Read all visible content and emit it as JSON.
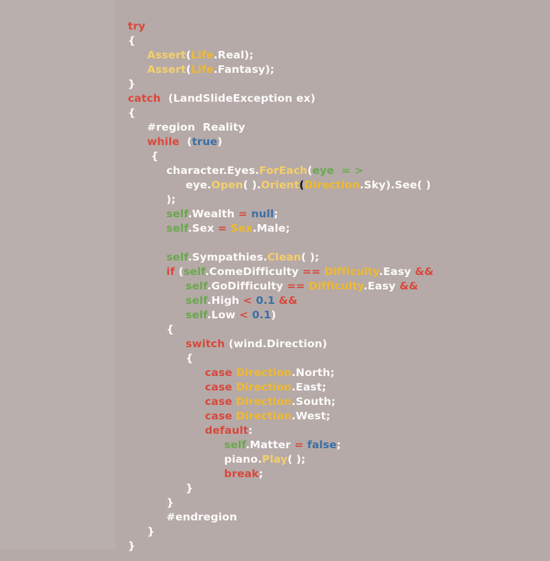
{
  "wallpaper": {
    "background_color": "#b5aaa7",
    "left_band_color": "#b9afac"
  },
  "theme": {
    "plain": "#fdfbfa",
    "keyword": "#d9483c",
    "operator": "#d9483c",
    "type": "#f0b92e",
    "method": "#f5cf6b",
    "variable": "#6aa84f",
    "literal": "#3a6fa8",
    "bracket_match": "#14100f"
  },
  "code": {
    "language": "csharp-like",
    "lines": [
      {
        "indent": 0,
        "tokens": [
          {
            "t": "try",
            "c": "kw"
          }
        ]
      },
      {
        "indent": 0,
        "tokens": [
          {
            "t": "{",
            "c": "brc"
          }
        ]
      },
      {
        "indent": 1,
        "tokens": [
          {
            "t": "Assert",
            "c": "mth"
          },
          {
            "t": "(",
            "c": "pln"
          },
          {
            "t": "Life",
            "c": "typ"
          },
          {
            "t": ".Real);",
            "c": "pln"
          }
        ]
      },
      {
        "indent": 1,
        "tokens": [
          {
            "t": "Assert",
            "c": "mth"
          },
          {
            "t": "(",
            "c": "pln"
          },
          {
            "t": "Life",
            "c": "typ"
          },
          {
            "t": ".Fantasy);",
            "c": "pln"
          }
        ]
      },
      {
        "indent": 0,
        "tokens": [
          {
            "t": "}",
            "c": "brc"
          }
        ]
      },
      {
        "indent": 0,
        "tokens": [
          {
            "t": "catch",
            "c": "kw"
          },
          {
            "t": "  (LandSlideException ex)",
            "c": "pln"
          }
        ]
      },
      {
        "indent": 0,
        "tokens": [
          {
            "t": "{",
            "c": "brc"
          }
        ]
      },
      {
        "indent": 1,
        "tokens": [
          {
            "t": "#region  Reality",
            "c": "pp"
          }
        ]
      },
      {
        "indent": 1,
        "tokens": [
          {
            "t": "while",
            "c": "kw"
          },
          {
            "t": "  (",
            "c": "pln"
          },
          {
            "t": "true",
            "c": "lit"
          },
          {
            "t": ")",
            "c": "pln"
          }
        ]
      },
      {
        "indent": 1,
        "tokens": [
          {
            "t": " {",
            "c": "brc"
          }
        ]
      },
      {
        "indent": 2,
        "tokens": [
          {
            "t": "character.Eyes.",
            "c": "pln"
          },
          {
            "t": "ForEach",
            "c": "mth"
          },
          {
            "t": "(",
            "c": "pln"
          },
          {
            "t": "eye  = >",
            "c": "var"
          }
        ]
      },
      {
        "indent": 3,
        "tokens": [
          {
            "t": "eye.",
            "c": "pln"
          },
          {
            "t": "Open",
            "c": "mth"
          },
          {
            "t": "( ).",
            "c": "pln"
          },
          {
            "t": "Orient",
            "c": "mth"
          },
          {
            "t": "(",
            "c": "mbr"
          },
          {
            "t": "Direction",
            "c": "typ"
          },
          {
            "t": ".Sky).See( )",
            "c": "pln"
          }
        ]
      },
      {
        "indent": 2,
        "tokens": [
          {
            "t": ");",
            "c": "pln"
          }
        ]
      },
      {
        "indent": 2,
        "tokens": [
          {
            "t": "self",
            "c": "var"
          },
          {
            "t": ".Wealth ",
            "c": "pln"
          },
          {
            "t": "=",
            "c": "op"
          },
          {
            "t": " ",
            "c": "pln"
          },
          {
            "t": "null",
            "c": "lit"
          },
          {
            "t": ";",
            "c": "pln"
          }
        ]
      },
      {
        "indent": 2,
        "tokens": [
          {
            "t": "self",
            "c": "var"
          },
          {
            "t": ".Sex ",
            "c": "pln"
          },
          {
            "t": "=",
            "c": "op"
          },
          {
            "t": " ",
            "c": "pln"
          },
          {
            "t": "Sex",
            "c": "typ"
          },
          {
            "t": ".Male;",
            "c": "pln"
          }
        ]
      },
      {
        "indent": 0,
        "tokens": []
      },
      {
        "indent": 2,
        "tokens": [
          {
            "t": "self",
            "c": "var"
          },
          {
            "t": ".Sympathies.",
            "c": "pln"
          },
          {
            "t": "Clean",
            "c": "mth"
          },
          {
            "t": "( );",
            "c": "pln"
          }
        ]
      },
      {
        "indent": 2,
        "tokens": [
          {
            "t": "if",
            "c": "kw"
          },
          {
            "t": " (",
            "c": "pln"
          },
          {
            "t": "self",
            "c": "var"
          },
          {
            "t": ".ComeDifficulty ",
            "c": "pln"
          },
          {
            "t": "==",
            "c": "op"
          },
          {
            "t": " ",
            "c": "pln"
          },
          {
            "t": "Difficulty",
            "c": "typ"
          },
          {
            "t": ".Easy ",
            "c": "pln"
          },
          {
            "t": "&&",
            "c": "op"
          }
        ]
      },
      {
        "indent": 3,
        "tokens": [
          {
            "t": "self",
            "c": "var"
          },
          {
            "t": ".GoDifficulty ",
            "c": "pln"
          },
          {
            "t": "==",
            "c": "op"
          },
          {
            "t": " ",
            "c": "pln"
          },
          {
            "t": "Difficulty",
            "c": "typ"
          },
          {
            "t": ".Easy ",
            "c": "pln"
          },
          {
            "t": "&&",
            "c": "op"
          }
        ]
      },
      {
        "indent": 3,
        "tokens": [
          {
            "t": "self",
            "c": "var"
          },
          {
            "t": ".High ",
            "c": "pln"
          },
          {
            "t": "<",
            "c": "op"
          },
          {
            "t": " ",
            "c": "pln"
          },
          {
            "t": "0.1",
            "c": "lit"
          },
          {
            "t": " ",
            "c": "pln"
          },
          {
            "t": "&&",
            "c": "op"
          }
        ]
      },
      {
        "indent": 3,
        "tokens": [
          {
            "t": "self",
            "c": "var"
          },
          {
            "t": ".Low ",
            "c": "pln"
          },
          {
            "t": "<",
            "c": "op"
          },
          {
            "t": " ",
            "c": "pln"
          },
          {
            "t": "0.1",
            "c": "lit"
          },
          {
            "t": ")",
            "c": "pln"
          }
        ]
      },
      {
        "indent": 2,
        "tokens": [
          {
            "t": "{",
            "c": "brc"
          }
        ]
      },
      {
        "indent": 3,
        "tokens": [
          {
            "t": "switch",
            "c": "kw"
          },
          {
            "t": " (wind.Direction)",
            "c": "pln"
          }
        ]
      },
      {
        "indent": 3,
        "tokens": [
          {
            "t": "{",
            "c": "brc"
          }
        ]
      },
      {
        "indent": 4,
        "tokens": [
          {
            "t": "case",
            "c": "kw"
          },
          {
            "t": " ",
            "c": "pln"
          },
          {
            "t": "Direction",
            "c": "typ"
          },
          {
            "t": ".North;",
            "c": "pln"
          }
        ]
      },
      {
        "indent": 4,
        "tokens": [
          {
            "t": "case",
            "c": "kw"
          },
          {
            "t": " ",
            "c": "pln"
          },
          {
            "t": "Direction",
            "c": "typ"
          },
          {
            "t": ".East;",
            "c": "pln"
          }
        ]
      },
      {
        "indent": 4,
        "tokens": [
          {
            "t": "case",
            "c": "kw"
          },
          {
            "t": " ",
            "c": "pln"
          },
          {
            "t": "Direction",
            "c": "typ"
          },
          {
            "t": ".South;",
            "c": "pln"
          }
        ]
      },
      {
        "indent": 4,
        "tokens": [
          {
            "t": "case",
            "c": "kw"
          },
          {
            "t": " ",
            "c": "pln"
          },
          {
            "t": "Direction",
            "c": "typ"
          },
          {
            "t": ".West;",
            "c": "pln"
          }
        ]
      },
      {
        "indent": 4,
        "tokens": [
          {
            "t": "default",
            "c": "kw"
          },
          {
            "t": ":",
            "c": "pln"
          }
        ]
      },
      {
        "indent": 5,
        "tokens": [
          {
            "t": "self",
            "c": "var"
          },
          {
            "t": ".Matter ",
            "c": "pln"
          },
          {
            "t": "=",
            "c": "op"
          },
          {
            "t": " ",
            "c": "pln"
          },
          {
            "t": "false",
            "c": "lit"
          },
          {
            "t": ";",
            "c": "pln"
          }
        ]
      },
      {
        "indent": 5,
        "tokens": [
          {
            "t": "piano.",
            "c": "pln"
          },
          {
            "t": "Play",
            "c": "mth"
          },
          {
            "t": "( );",
            "c": "pln"
          }
        ]
      },
      {
        "indent": 5,
        "tokens": [
          {
            "t": "break",
            "c": "kw"
          },
          {
            "t": ";",
            "c": "pln"
          }
        ]
      },
      {
        "indent": 3,
        "tokens": [
          {
            "t": "}",
            "c": "brc"
          }
        ]
      },
      {
        "indent": 2,
        "tokens": [
          {
            "t": "}",
            "c": "brc"
          }
        ]
      },
      {
        "indent": 2,
        "tokens": [
          {
            "t": "#endregion",
            "c": "pp"
          }
        ]
      },
      {
        "indent": 1,
        "tokens": [
          {
            "t": "}",
            "c": "brc"
          }
        ]
      },
      {
        "indent": 0,
        "tokens": [
          {
            "t": "}",
            "c": "brc"
          }
        ]
      }
    ]
  }
}
